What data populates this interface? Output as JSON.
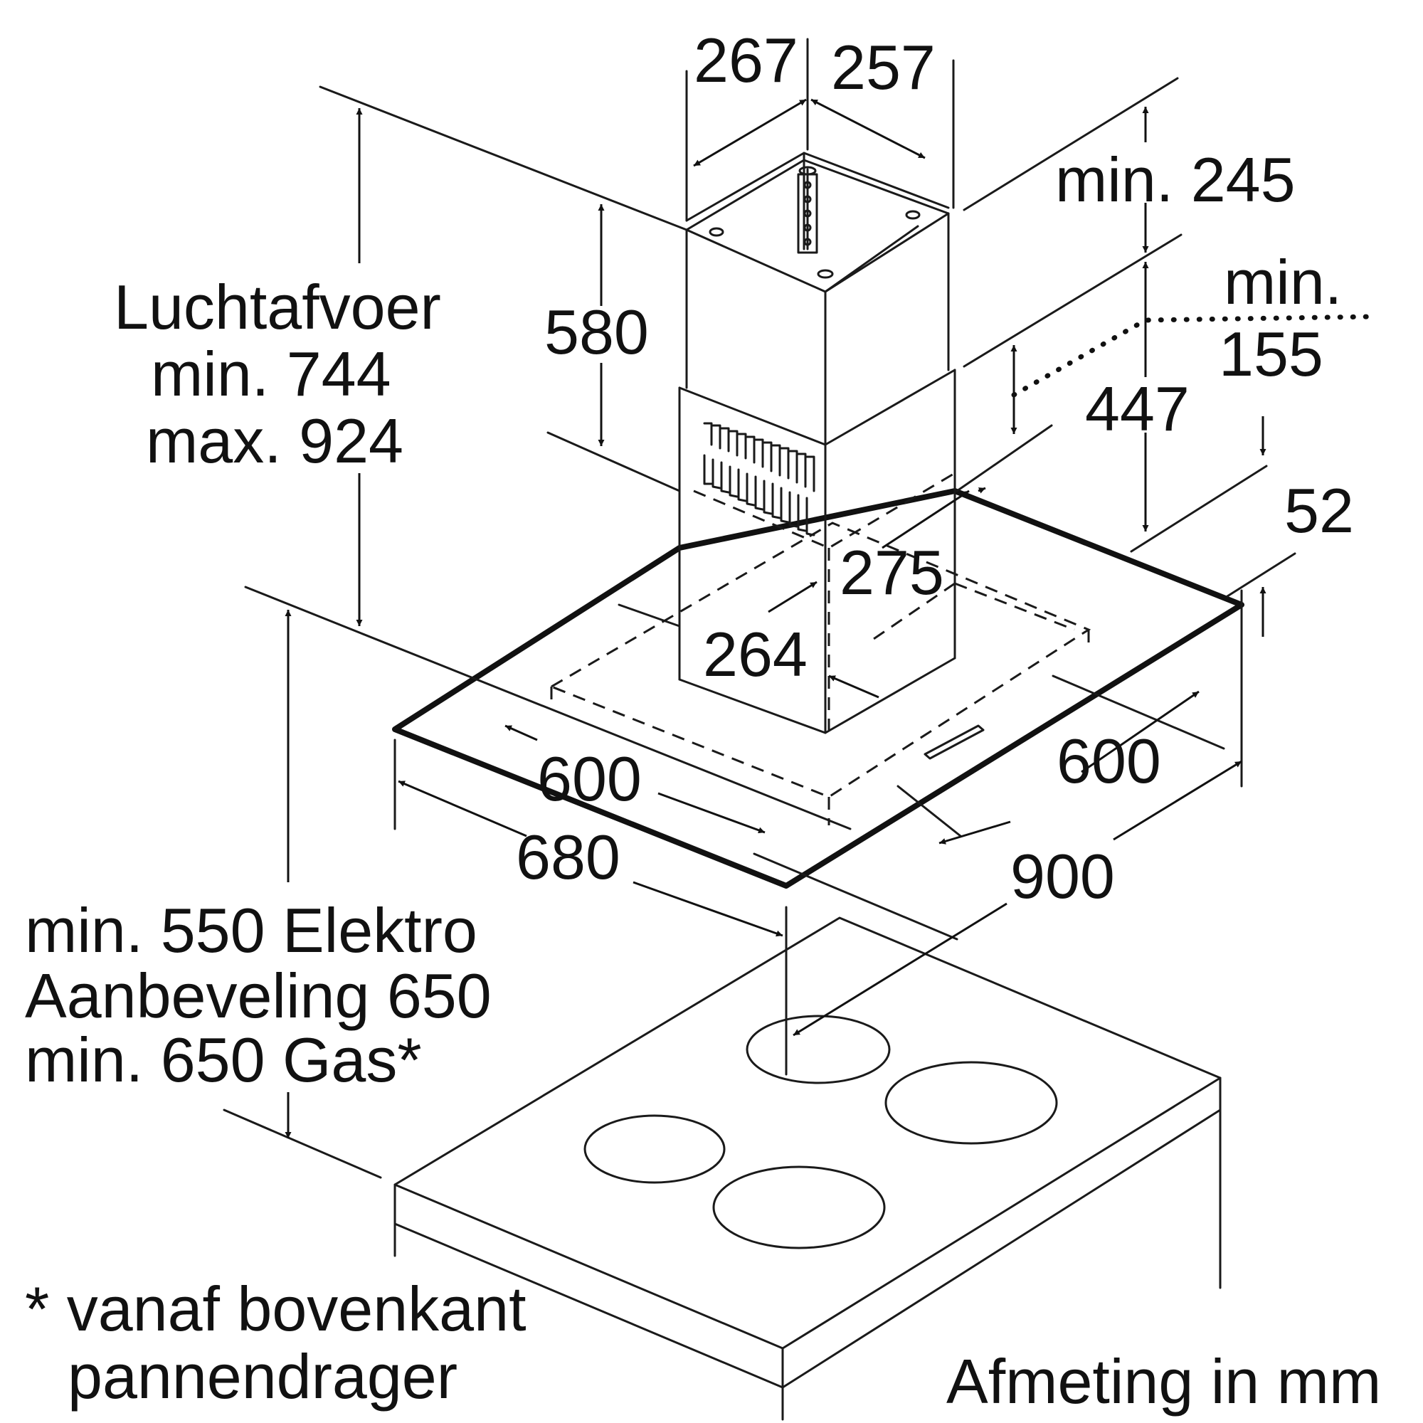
{
  "chimney": {
    "width_front": "267",
    "width_side": "257",
    "height_upper": "580",
    "min_top": "min. 245",
    "min_overlap_prefix": "min.",
    "min_overlap_value": "155",
    "height_lower": "447"
  },
  "air_outlet": {
    "title": "Luchtafvoer",
    "min": "min. 744",
    "max": "max. 924"
  },
  "hood": {
    "chimney_depth": "275",
    "chimney_width": "264",
    "canopy_thickness": "52",
    "inner_front": "600",
    "inner_side": "600",
    "depth": "680",
    "width": "900"
  },
  "clearance": {
    "line1": "min. 550 Elektro",
    "line2": "Aanbeveling 650",
    "line3": "min. 650 Gas*"
  },
  "footnote": {
    "line1": "* vanaf bovenkant",
    "line2": "pannendrager"
  },
  "units": "Afmeting in mm"
}
